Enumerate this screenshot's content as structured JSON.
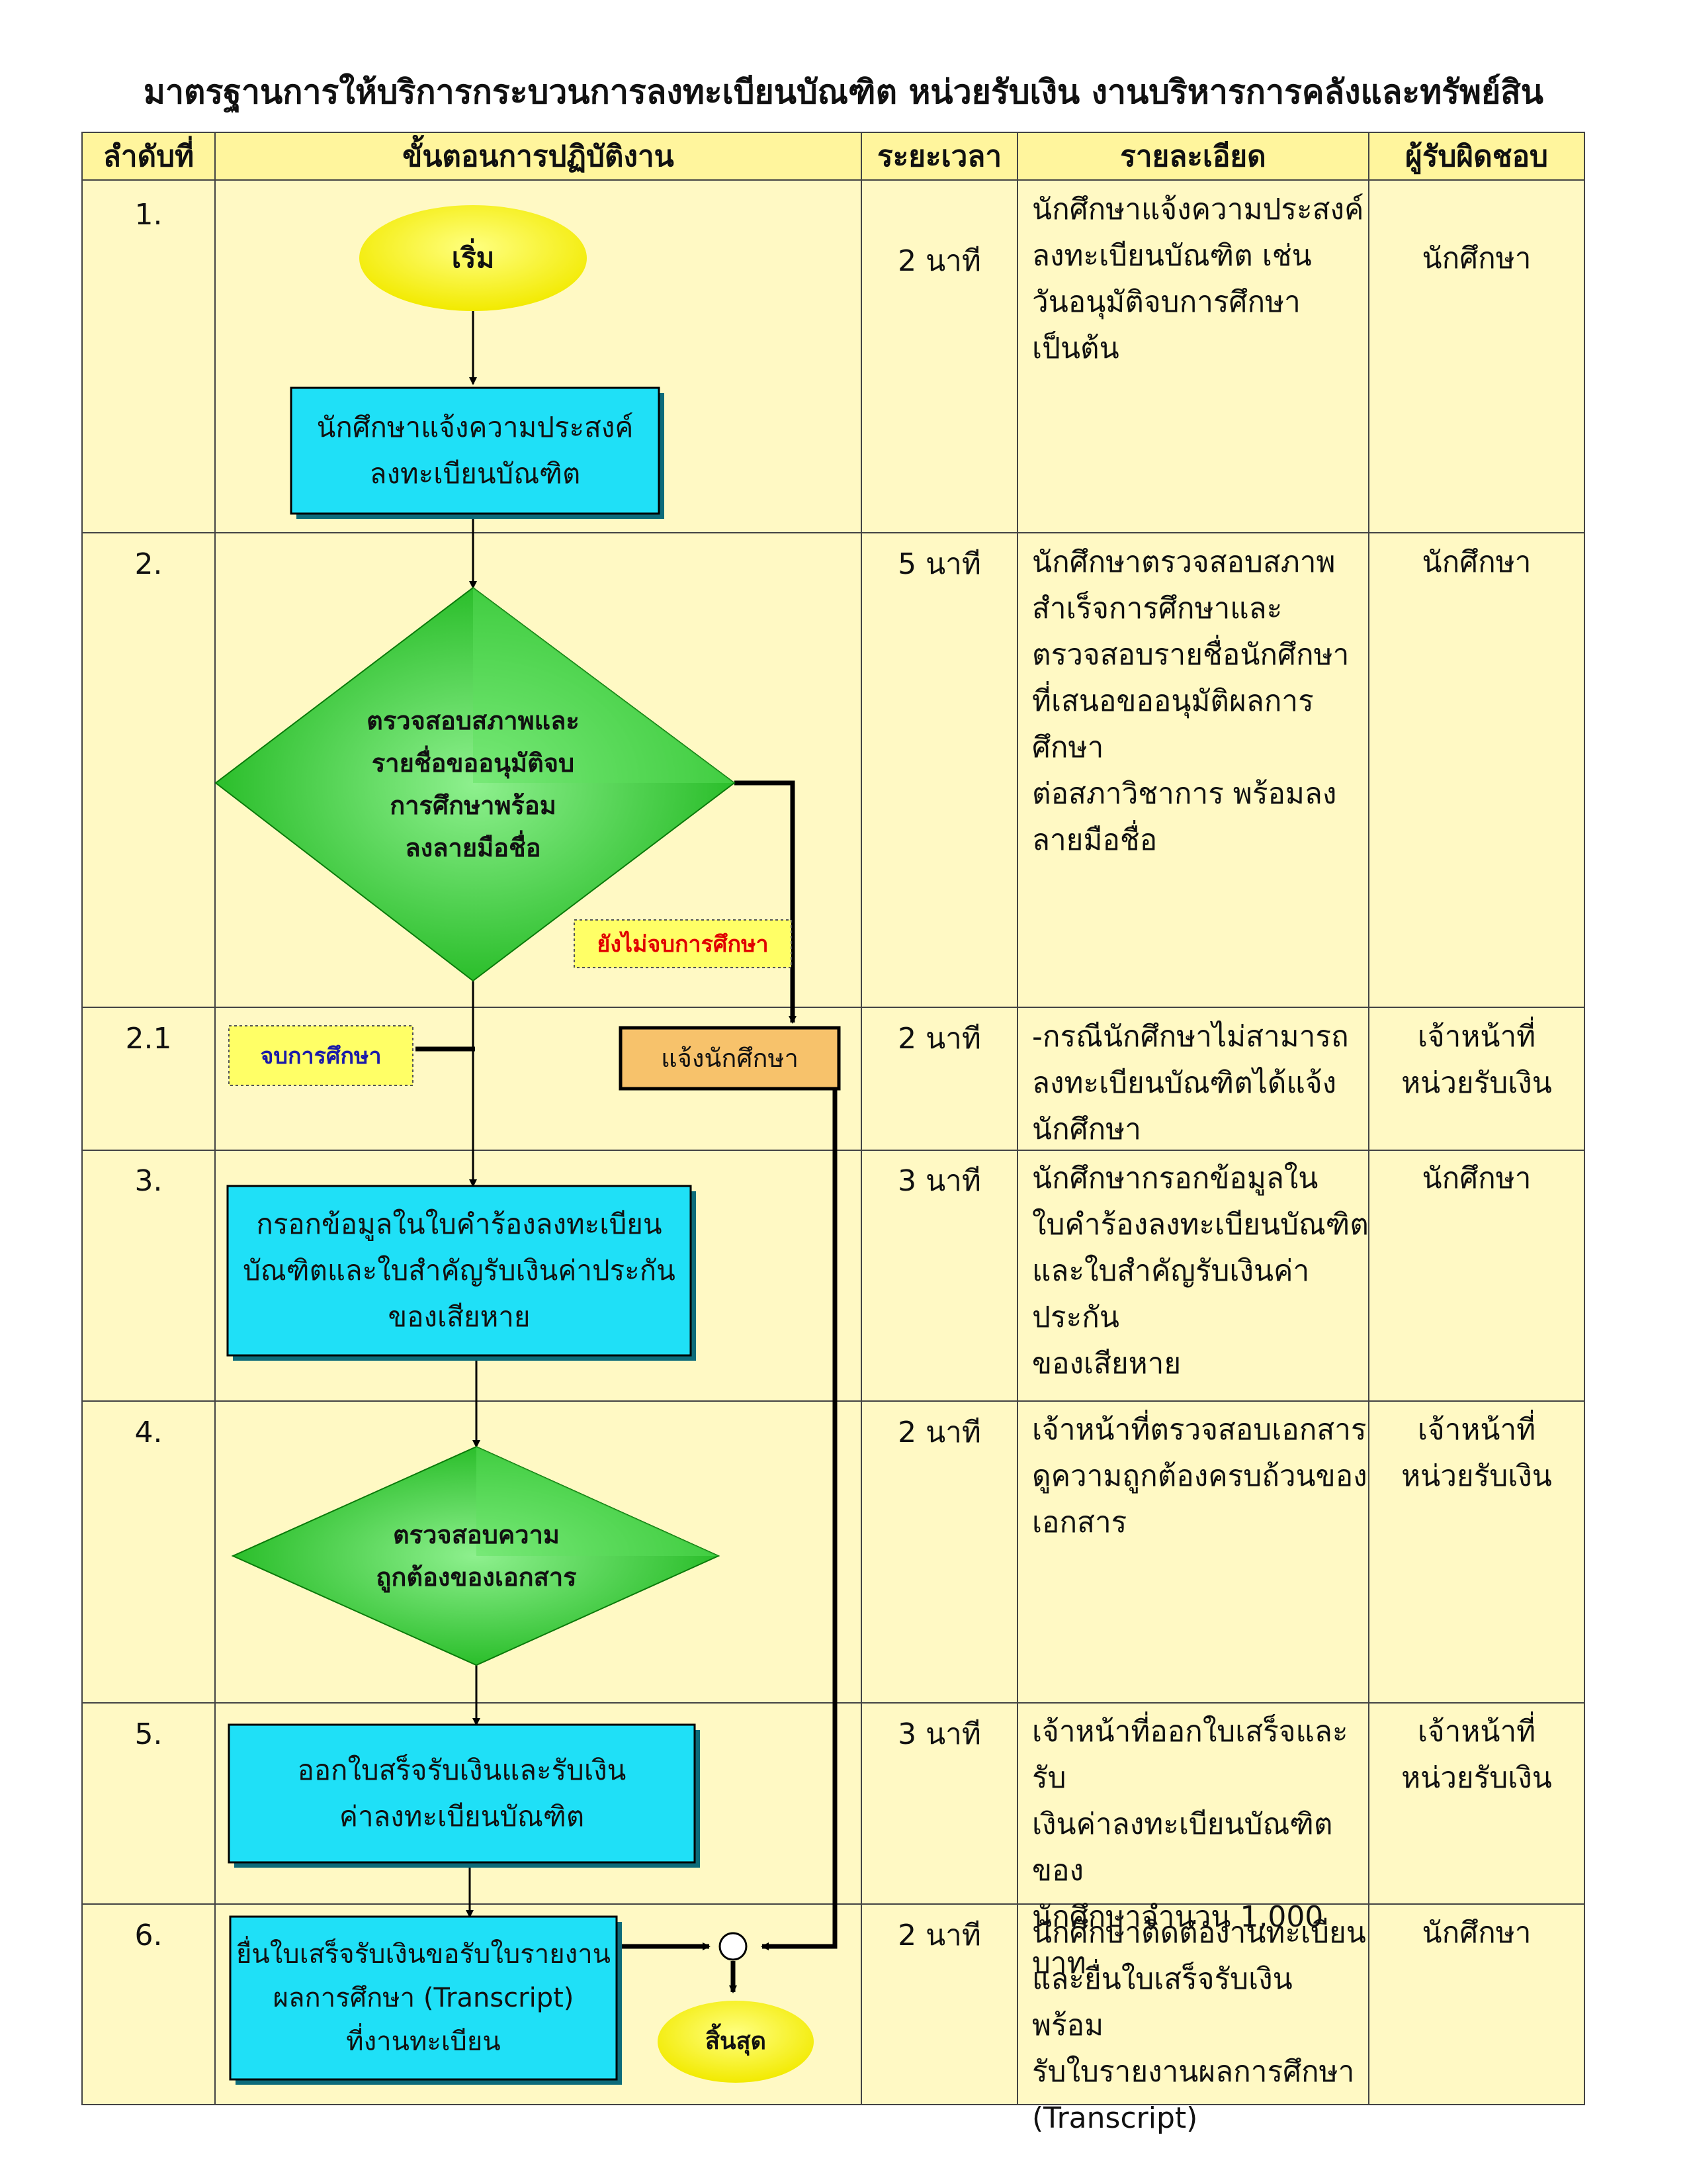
{
  "title": "มาตรฐานการให้บริการกระบวนการลงทะเบียนบัณฑิต  หน่วยรับเงิน งานบริหารการคลังและทรัพย์สิน",
  "headers": {
    "order": "ลำดับที่",
    "steps": "ขั้นตอนการปฏิบัติงาน",
    "time": "ระยะเวลา",
    "details": "รายละเอียด",
    "responsible": "ผู้รับผิดชอบ"
  },
  "rows": [
    {
      "num": "1.",
      "time": "2 นาที",
      "details": "นักศึกษาแจ้งความประสงค์\nลงทะเบียนบัณฑิต เช่น\nวันอนุมัติจบการศึกษา\nเป็นต้น",
      "responsible": "นักศึกษา"
    },
    {
      "num": "2.",
      "time": "5 นาที",
      "details": "นักศึกษาตรวจสอบสภาพ\nสำเร็จการศึกษาและ\nตรวจสอบรายชื่อนักศึกษา\nที่เสนอขออนุมัติผลการศึกษา\nต่อสภาวิชาการ พร้อมลง\nลายมือชื่อ",
      "responsible": "นักศึกษา"
    },
    {
      "num": "2.1",
      "time": "2 นาที",
      "details": "-กรณีนักศึกษาไม่สามารถ\nลงทะเบียนบัณฑิตได้แจ้ง\nนักศึกษา",
      "responsible": "เจ้าหน้าที่\nหน่วยรับเงิน"
    },
    {
      "num": "3.",
      "time": "3 นาที",
      "details": "นักศึกษากรอกข้อมูลใน\nใบคำร้องลงทะเบียนบัณฑิต\nและใบสำคัญรับเงินค่าประกัน\nของเสียหาย",
      "responsible": "นักศึกษา"
    },
    {
      "num": "4.",
      "time": "2 นาที",
      "details": "เจ้าหน้าที่ตรวจสอบเอกสาร\nดูความถูกต้องครบถ้วนของ\nเอกสาร",
      "responsible": "เจ้าหน้าที่\nหน่วยรับเงิน"
    },
    {
      "num": "5.",
      "time": "3 นาที",
      "details": "เจ้าหน้าที่ออกใบเสร็จและรับ\nเงินค่าลงทะเบียนบัณฑิตของ\nนักศึกษาจำนวน 1,000 บาท",
      "responsible": "เจ้าหน้าที่\nหน่วยรับเงิน"
    },
    {
      "num": "6.",
      "time": "2 นาที",
      "details": "นักศึกษาติดต่องานทะเบียน\nและยื่นใบเสร็จรับเงิน พร้อม\nรับใบรายงานผลการศึกษา\n(Transcript)",
      "responsible": "นักศึกษา"
    }
  ],
  "flow": {
    "start": "เริ่ม",
    "step1": "นักศึกษาแจ้งความประสงค์\nลงทะเบียนบัณฑิต",
    "decision1": "ตรวจสอบสภาพและ\nรายชื่อขออนุมัติจบ\nการศึกษาพร้อม\nลงลายมือชื่อ",
    "not_graduated": "ยังไม่จบการศึกษา",
    "graduated": "จบการศึกษา",
    "notify": "แจ้งนักศึกษา",
    "step3": "กรอกข้อมูลในใบคำร้องลงทะเบียน\nบัณฑิตและใบสำคัญรับเงินค่าประกัน\nของเสียหาย",
    "decision2": "ตรวจสอบความ\nถูกต้องของเอกสาร",
    "step5": "ออกใบสร็จรับเงินและรับเงิน\nค่าลงทะเบียนบัณฑิต",
    "step6": "ยื่นใบเสร็จรับเงินขอรับใบรายงาน\nผลการศึกษา (Transcript)\nที่งานทะเบียน",
    "end": "สิ้นสุด"
  },
  "colors": {
    "table_bg": "#fff9c4",
    "header_bg": "#fff59d",
    "start_fill": "#ffff00",
    "process_fill": "#1fe0f7",
    "process_shadow": "#0d6b7a",
    "decision_fill": "#22cc22",
    "notify_fill": "#f7c26b",
    "label_bg": "#ffff66",
    "label_red": "#e00000",
    "label_blue": "#1a1aa8"
  }
}
